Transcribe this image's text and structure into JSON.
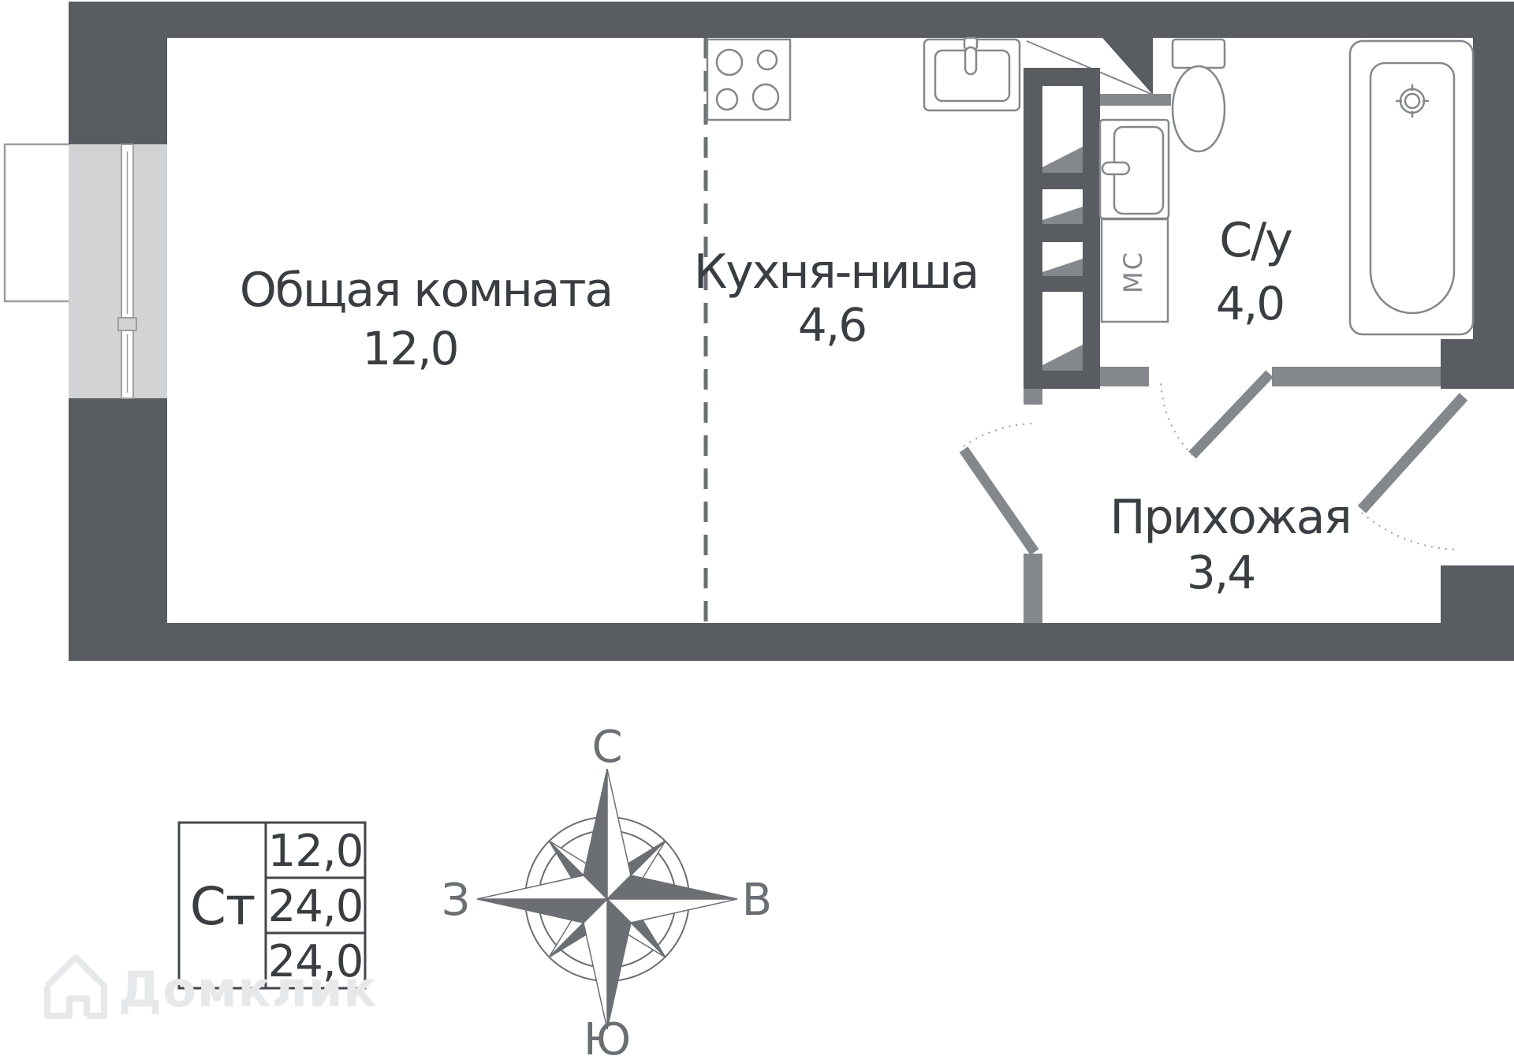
{
  "plan": {
    "rooms": [
      {
        "name": "Общая комната",
        "area": "12,0"
      },
      {
        "name": "Кухня-ниша",
        "area": "4,6"
      },
      {
        "name": "С/у",
        "area": "4,0"
      },
      {
        "name": "Прихожая",
        "area": "3,4"
      }
    ],
    "appliances": {
      "washing_machine": "МС"
    }
  },
  "compass": {
    "north": "С",
    "south": "Ю",
    "west": "З",
    "east": "В"
  },
  "info_table": {
    "type_label": "Ст",
    "living_area": "12,0",
    "total_area": "24,0",
    "overall_area": "24,0"
  },
  "watermark": {
    "brand": "Домклик"
  },
  "colors": {
    "wall": "#595c61",
    "wall_medium": "#84878b",
    "window_fill": "#d2d3d5",
    "fixture_stroke": "#84878b",
    "text": "#3a3d42",
    "compass": "#6b6e73",
    "door_arc": "#9b9ea2",
    "watermark": "#e7e8e9"
  }
}
